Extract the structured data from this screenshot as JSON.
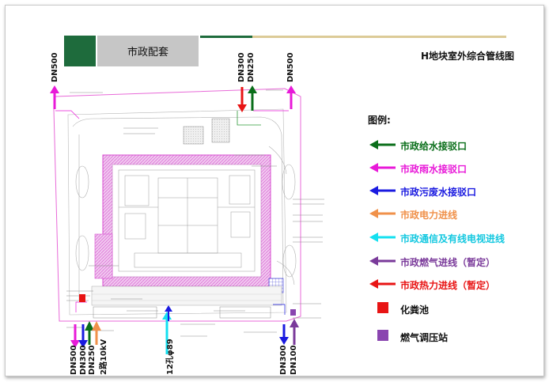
{
  "header": {
    "section_label": "市政配套",
    "drawing_title": "H地块室外综合管线图"
  },
  "legend": {
    "title": "图例:",
    "items": [
      {
        "label": "市政给水接驳口",
        "color": "#0a6e1a",
        "kind": "arrow"
      },
      {
        "label": "市政雨水接驳口",
        "color": "#e81ad8",
        "kind": "arrow"
      },
      {
        "label": "市政污废水接驳口",
        "color": "#1a1ae0",
        "kind": "arrow"
      },
      {
        "label": "市政电力进线",
        "color": "#f0914a",
        "kind": "arrow"
      },
      {
        "label": "市政通信及有线电视进线",
        "color": "#14e0f0",
        "kind": "arrow"
      },
      {
        "label": "市政燃气进线（暂定）",
        "color": "#7a3a9a",
        "kind": "arrow"
      },
      {
        "label": "市政热力进线（暂定）",
        "color": "#e81414",
        "kind": "arrow"
      },
      {
        "label": "化粪池",
        "color": "#e81414",
        "kind": "square"
      },
      {
        "label": "燃气调压站",
        "color": "#8a45b0",
        "kind": "square"
      }
    ]
  },
  "pipe_labels": {
    "top_left": "DN500",
    "top_mid_1": "DN300",
    "top_mid_2": "DN250",
    "top_right": "DN500",
    "bottom_left_1": "DN500",
    "bottom_left_2": "DN300",
    "bottom_left_3": "DN250",
    "bottom_left_4": "2路10kV",
    "bottom_mid": "12孔φ89",
    "bottom_right_1": "DN300",
    "bottom_right_2": "DN100"
  },
  "colors": {
    "water": "#0a6e1a",
    "rain": "#e81ad8",
    "sewage": "#1a1ae0",
    "power": "#f0914a",
    "telecom": "#14e0f0",
    "gas": "#7a3a9a",
    "heat": "#e81414",
    "brand_green": "#1e6b3c"
  }
}
